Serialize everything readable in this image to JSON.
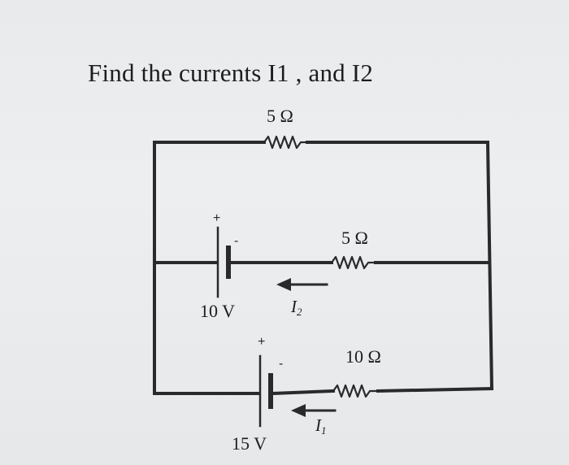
{
  "question": "Find the currents I1 , and I2",
  "circuit": {
    "top_resistor": "5 Ω",
    "middle_resistor": "5 Ω",
    "bottom_resistor": "10 Ω",
    "battery_upper_voltage": "10 V",
    "battery_lower_voltage": "15 V",
    "plus_sign": "+",
    "minus_sign": "-",
    "current_upper": {
      "symbol": "I",
      "subscript": "2"
    },
    "current_lower": {
      "symbol": "I",
      "subscript": "1"
    }
  },
  "colors": {
    "wire": "#2a2a2c",
    "text": "#1d1d1f",
    "background": "#e9eaec"
  }
}
